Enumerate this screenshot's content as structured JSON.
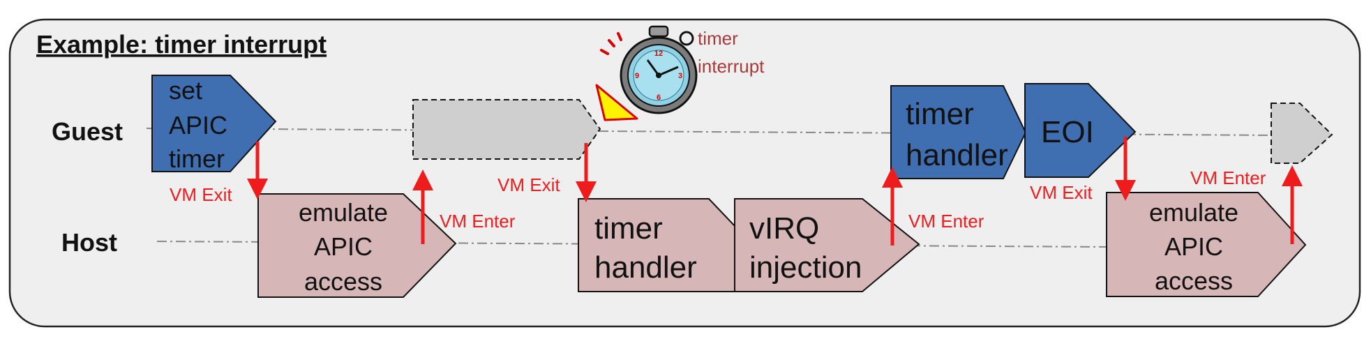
{
  "title": "Example: timer interrupt",
  "rows": {
    "guest": "Guest",
    "host": "Host"
  },
  "timer_annotation": {
    "line1": "timer",
    "line2": "interrupt"
  },
  "guest_blocks": [
    {
      "id": "set-apic-timer",
      "lines": [
        "set",
        "APIC",
        "timer"
      ]
    },
    {
      "id": "guest-idle-1",
      "lines": []
    },
    {
      "id": "timer-handler",
      "lines": [
        "timer",
        "handler"
      ]
    },
    {
      "id": "eoi",
      "lines": [
        "EOI"
      ]
    },
    {
      "id": "guest-idle-2",
      "lines": []
    }
  ],
  "host_blocks": [
    {
      "id": "emulate-apic-access-1",
      "lines": [
        "emulate",
        "APIC",
        "access"
      ]
    },
    {
      "id": "timer-handler",
      "lines": [
        "timer",
        "handler"
      ]
    },
    {
      "id": "virq-injection",
      "lines": [
        "vIRQ",
        "injection"
      ]
    },
    {
      "id": "emulate-apic-access-2",
      "lines": [
        "emulate",
        "APIC",
        "access"
      ]
    }
  ],
  "transitions": [
    {
      "id": "vm-exit-1",
      "label": "VM Exit",
      "direction": "down"
    },
    {
      "id": "vm-enter-1",
      "label": "VM Enter",
      "direction": "up"
    },
    {
      "id": "vm-exit-2",
      "label": "VM Exit",
      "direction": "down"
    },
    {
      "id": "vm-enter-2",
      "label": "VM Enter",
      "direction": "up"
    },
    {
      "id": "vm-exit-3",
      "label": "VM Exit",
      "direction": "down"
    },
    {
      "id": "vm-enter-3",
      "label": "VM Enter",
      "direction": "up"
    }
  ],
  "colors": {
    "guest_block": "#3f6fb0",
    "host_block": "#d6b6b7",
    "idle_block": "#cfcfcf",
    "panel_bg": "#efefef",
    "arrow": "#ee1c1c",
    "annotation": "#a83a3a"
  }
}
